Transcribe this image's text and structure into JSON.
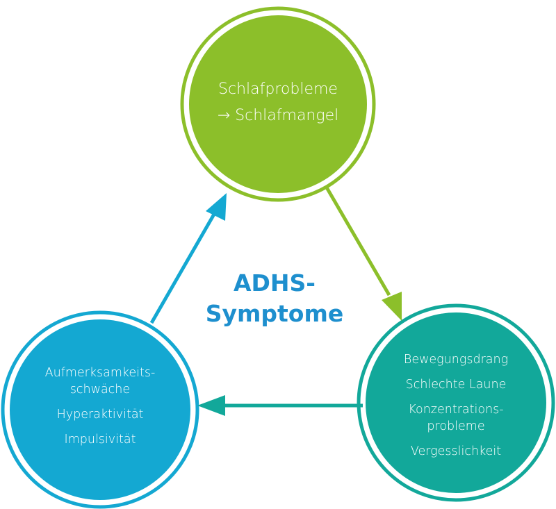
{
  "colors": {
    "green": "#8cbf2a",
    "teal": "#12a89a",
    "blue": "#14a8d2",
    "title": "#1e8fce"
  },
  "center": {
    "line1": "ADHS-",
    "line2": "Symptome"
  },
  "nodes": {
    "top": {
      "line1": "Schlafprobleme",
      "line2": "→ Schlafmangel"
    },
    "right": {
      "item1": "Bewegungsdrang",
      "item2": "Schlechte Laune",
      "item3_part1": "Konzentrations-",
      "item3_part2": "probleme",
      "item4": "Vergesslichkeit"
    },
    "left": {
      "item1_part1": "Aufmerksamkeits-",
      "item1_part2": "schwäche",
      "item2": "Hyperaktivität",
      "item3": "Impulsivität"
    }
  }
}
